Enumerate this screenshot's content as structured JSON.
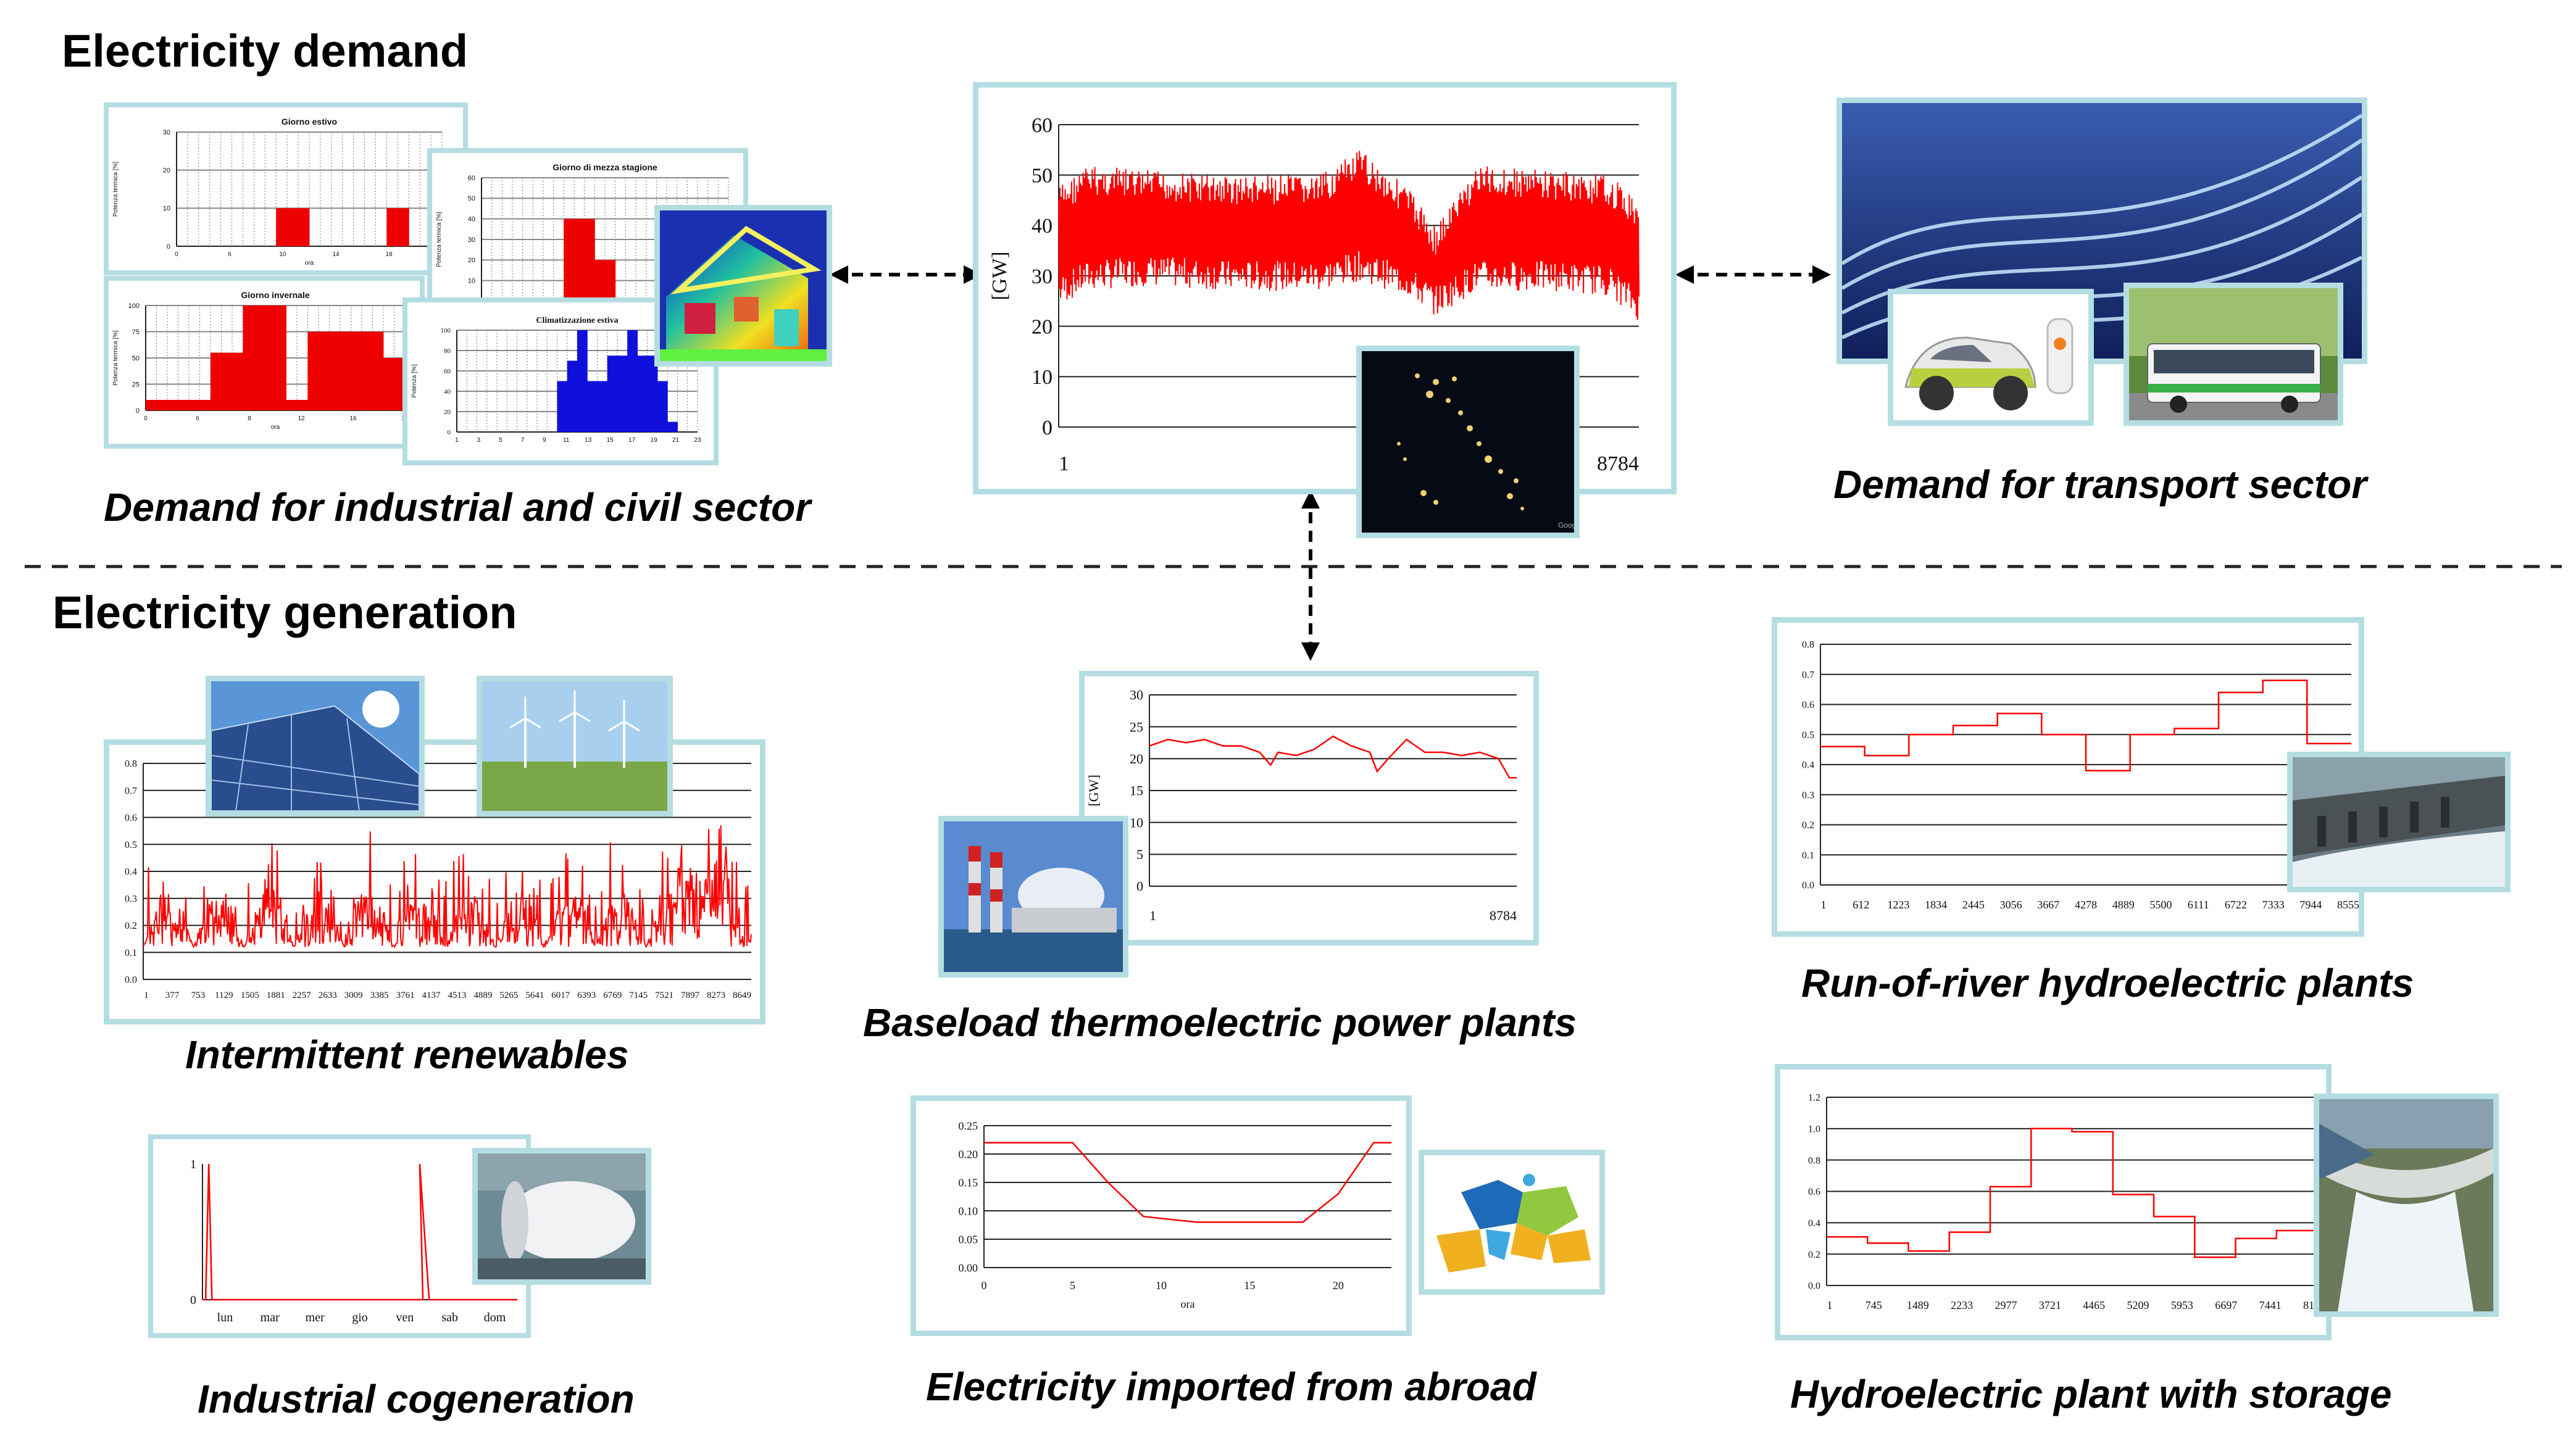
{
  "sections": {
    "demand_title": "Electricity demand",
    "generation_title": "Electricity generation"
  },
  "captions": {
    "industrial_civil": "Demand for industrial and civil sector",
    "transport": "Demand for transport sector",
    "intermittent": "Intermittent renewables",
    "baseload": "Baseload thermoelectric power plants",
    "runofriver": "Run-of-river hydroelectric plants",
    "cogeneration": "Industrial cogeneration",
    "imported": "Electricity imported from abroad",
    "storage": "Hydroelectric plant with storage"
  },
  "colors": {
    "frame": "#b4dde2",
    "line": "#ff0000",
    "bar_red": "#ee0000",
    "bar_blue": "#1010dd"
  },
  "chart_data": [
    {
      "id": "national_demand",
      "type": "line",
      "ylabel": "[GW]",
      "ylim": [
        0,
        60
      ],
      "yticks": [
        0,
        10,
        20,
        30,
        40,
        50,
        60
      ],
      "xticks": [
        "1",
        "8784"
      ],
      "envelope": {
        "x": [
          0,
          0.05,
          0.15,
          0.3,
          0.45,
          0.52,
          0.6,
          0.65,
          0.72,
          0.85,
          0.95,
          1
        ],
        "upper": [
          48,
          52,
          51,
          50,
          50,
          55,
          48,
          40,
          52,
          51,
          50,
          45
        ],
        "lower": [
          24,
          27,
          28,
          27,
          27,
          29,
          26,
          22,
          27,
          27,
          26,
          21
        ]
      }
    },
    {
      "id": "giorno_estivo",
      "type": "bar",
      "title": "Giorno estivo",
      "ylabel": "Potenza termica [%]",
      "xlabel": "ora",
      "xticks": [
        "0",
        "6",
        "10",
        "14",
        "18",
        "22"
      ],
      "yticks": [
        "0",
        "10",
        "20",
        "30"
      ],
      "values": [
        0,
        0,
        0,
        0,
        0,
        0,
        0,
        0,
        0,
        10,
        10,
        10,
        0,
        0,
        0,
        0,
        0,
        0,
        0,
        10,
        10,
        0,
        0,
        0
      ]
    },
    {
      "id": "giorno_mezza",
      "type": "bar",
      "title": "Giorno di mezza stagione",
      "ylabel": "Potenza termica [%]",
      "yticks": [
        "0",
        "10",
        "20",
        "30",
        "40",
        "50",
        "60"
      ],
      "values": [
        0,
        0,
        0,
        0,
        0,
        0,
        0,
        0,
        40,
        40,
        40,
        20,
        20,
        0,
        0,
        0,
        0,
        0,
        0,
        0,
        0,
        0,
        0,
        0
      ]
    },
    {
      "id": "giorno_invernale",
      "type": "bar",
      "title": "Giorno invernale",
      "ylabel": "Potenza termica [%]",
      "xlabel": "ora",
      "xticks": [
        "0",
        "6",
        "8",
        "12",
        "16",
        "20"
      ],
      "yticks": [
        "0",
        "25",
        "50",
        "75",
        "100"
      ],
      "values": [
        10,
        10,
        10,
        10,
        10,
        10,
        55,
        55,
        55,
        100,
        100,
        100,
        100,
        10,
        10,
        75,
        75,
        75,
        75,
        75,
        75,
        75,
        50,
        50
      ]
    },
    {
      "id": "climatizzazione",
      "type": "bar",
      "title": "Climatizzazione estiva",
      "ylabel": "Potenza [%]",
      "ylim": [
        0,
        100
      ],
      "yticks": [
        "0",
        "20",
        "40",
        "60",
        "80",
        "100"
      ],
      "xticks": [
        "1",
        "3",
        "5",
        "7",
        "9",
        "11",
        "13",
        "15",
        "17",
        "19",
        "21",
        "23"
      ],
      "values": [
        0,
        0,
        0,
        0,
        0,
        0,
        0,
        0,
        0,
        0,
        50,
        70,
        100,
        50,
        50,
        75,
        75,
        100,
        75,
        75,
        50,
        10,
        0,
        0
      ]
    },
    {
      "id": "intermittent",
      "type": "line",
      "ylim": [
        0,
        0.8
      ],
      "yticks": [
        "0.0",
        "0.1",
        "0.2",
        "0.3",
        "0.4",
        "0.5",
        "0.6",
        "0.7",
        "0.8"
      ],
      "xticks": [
        "1",
        "377",
        "753",
        "1129",
        "1505",
        "1881",
        "2257",
        "2633",
        "3009",
        "3385",
        "3761",
        "4137",
        "4513",
        "4889",
        "5265",
        "5641",
        "6017",
        "6393",
        "6769",
        "7145",
        "7521",
        "7897",
        "8273",
        "8649"
      ]
    },
    {
      "id": "baseload",
      "type": "line",
      "ylabel": "[GW]",
      "ylim": [
        0,
        30
      ],
      "yticks": [
        "0",
        "5",
        "10",
        "15",
        "20",
        "25",
        "30"
      ],
      "xticks": [
        "1",
        "8784"
      ],
      "x": [
        0,
        0.05,
        0.1,
        0.15,
        0.2,
        0.25,
        0.3,
        0.33,
        0.35,
        0.4,
        0.45,
        0.5,
        0.55,
        0.6,
        0.62,
        0.65,
        0.7,
        0.75,
        0.8,
        0.85,
        0.9,
        0.95,
        0.98,
        1
      ],
      "values": [
        22,
        23,
        22.5,
        23,
        22,
        22,
        21,
        19,
        21,
        20.5,
        21.5,
        23.5,
        22,
        21,
        18,
        20,
        23,
        21,
        21,
        20.5,
        21,
        20,
        17,
        17
      ]
    },
    {
      "id": "runofriver",
      "type": "step",
      "ylim": [
        0,
        0.8
      ],
      "yticks": [
        "0.0",
        "0.1",
        "0.2",
        "0.3",
        "0.4",
        "0.5",
        "0.6",
        "0.7",
        "0.8"
      ],
      "xticks": [
        "1",
        "612",
        "1223",
        "1834",
        "2445",
        "3056",
        "3667",
        "4278",
        "4889",
        "5500",
        "6111",
        "6722",
        "7333",
        "7944",
        "8555"
      ],
      "values": [
        0.46,
        0.43,
        0.5,
        0.53,
        0.57,
        0.5,
        0.38,
        0.5,
        0.52,
        0.64,
        0.68,
        0.47
      ]
    },
    {
      "id": "cogeneration",
      "type": "line",
      "ylim": [
        0,
        1
      ],
      "yticks": [
        "0",
        "1"
      ],
      "xticks": [
        "lun",
        "mar",
        "mer",
        "gio",
        "ven",
        "sab",
        "dom"
      ]
    },
    {
      "id": "imported",
      "type": "line",
      "xlabel": "ora",
      "ylim": [
        0,
        0.25
      ],
      "yticks": [
        "0.00",
        "0.05",
        "0.10",
        "0.15",
        "0.20",
        "0.25"
      ],
      "xticks": [
        "0",
        "5",
        "10",
        "15",
        "20"
      ],
      "x": [
        0,
        5,
        7,
        9,
        12,
        15,
        18,
        20,
        22,
        23
      ],
      "values": [
        0.22,
        0.22,
        0.15,
        0.09,
        0.08,
        0.08,
        0.08,
        0.13,
        0.22,
        0.22
      ]
    },
    {
      "id": "storage",
      "type": "step",
      "ylim": [
        0,
        1.2
      ],
      "yticks": [
        "0.0",
        "0.2",
        "0.4",
        "0.6",
        "0.8",
        "1.0",
        "1.2"
      ],
      "xticks": [
        "1",
        "745",
        "1489",
        "2233",
        "2977",
        "3721",
        "4465",
        "5209",
        "5953",
        "6697",
        "7441",
        "8185"
      ],
      "values": [
        0.31,
        0.27,
        0.22,
        0.34,
        0.63,
        1.0,
        0.98,
        0.58,
        0.44,
        0.18,
        0.3,
        0.35
      ]
    }
  ]
}
